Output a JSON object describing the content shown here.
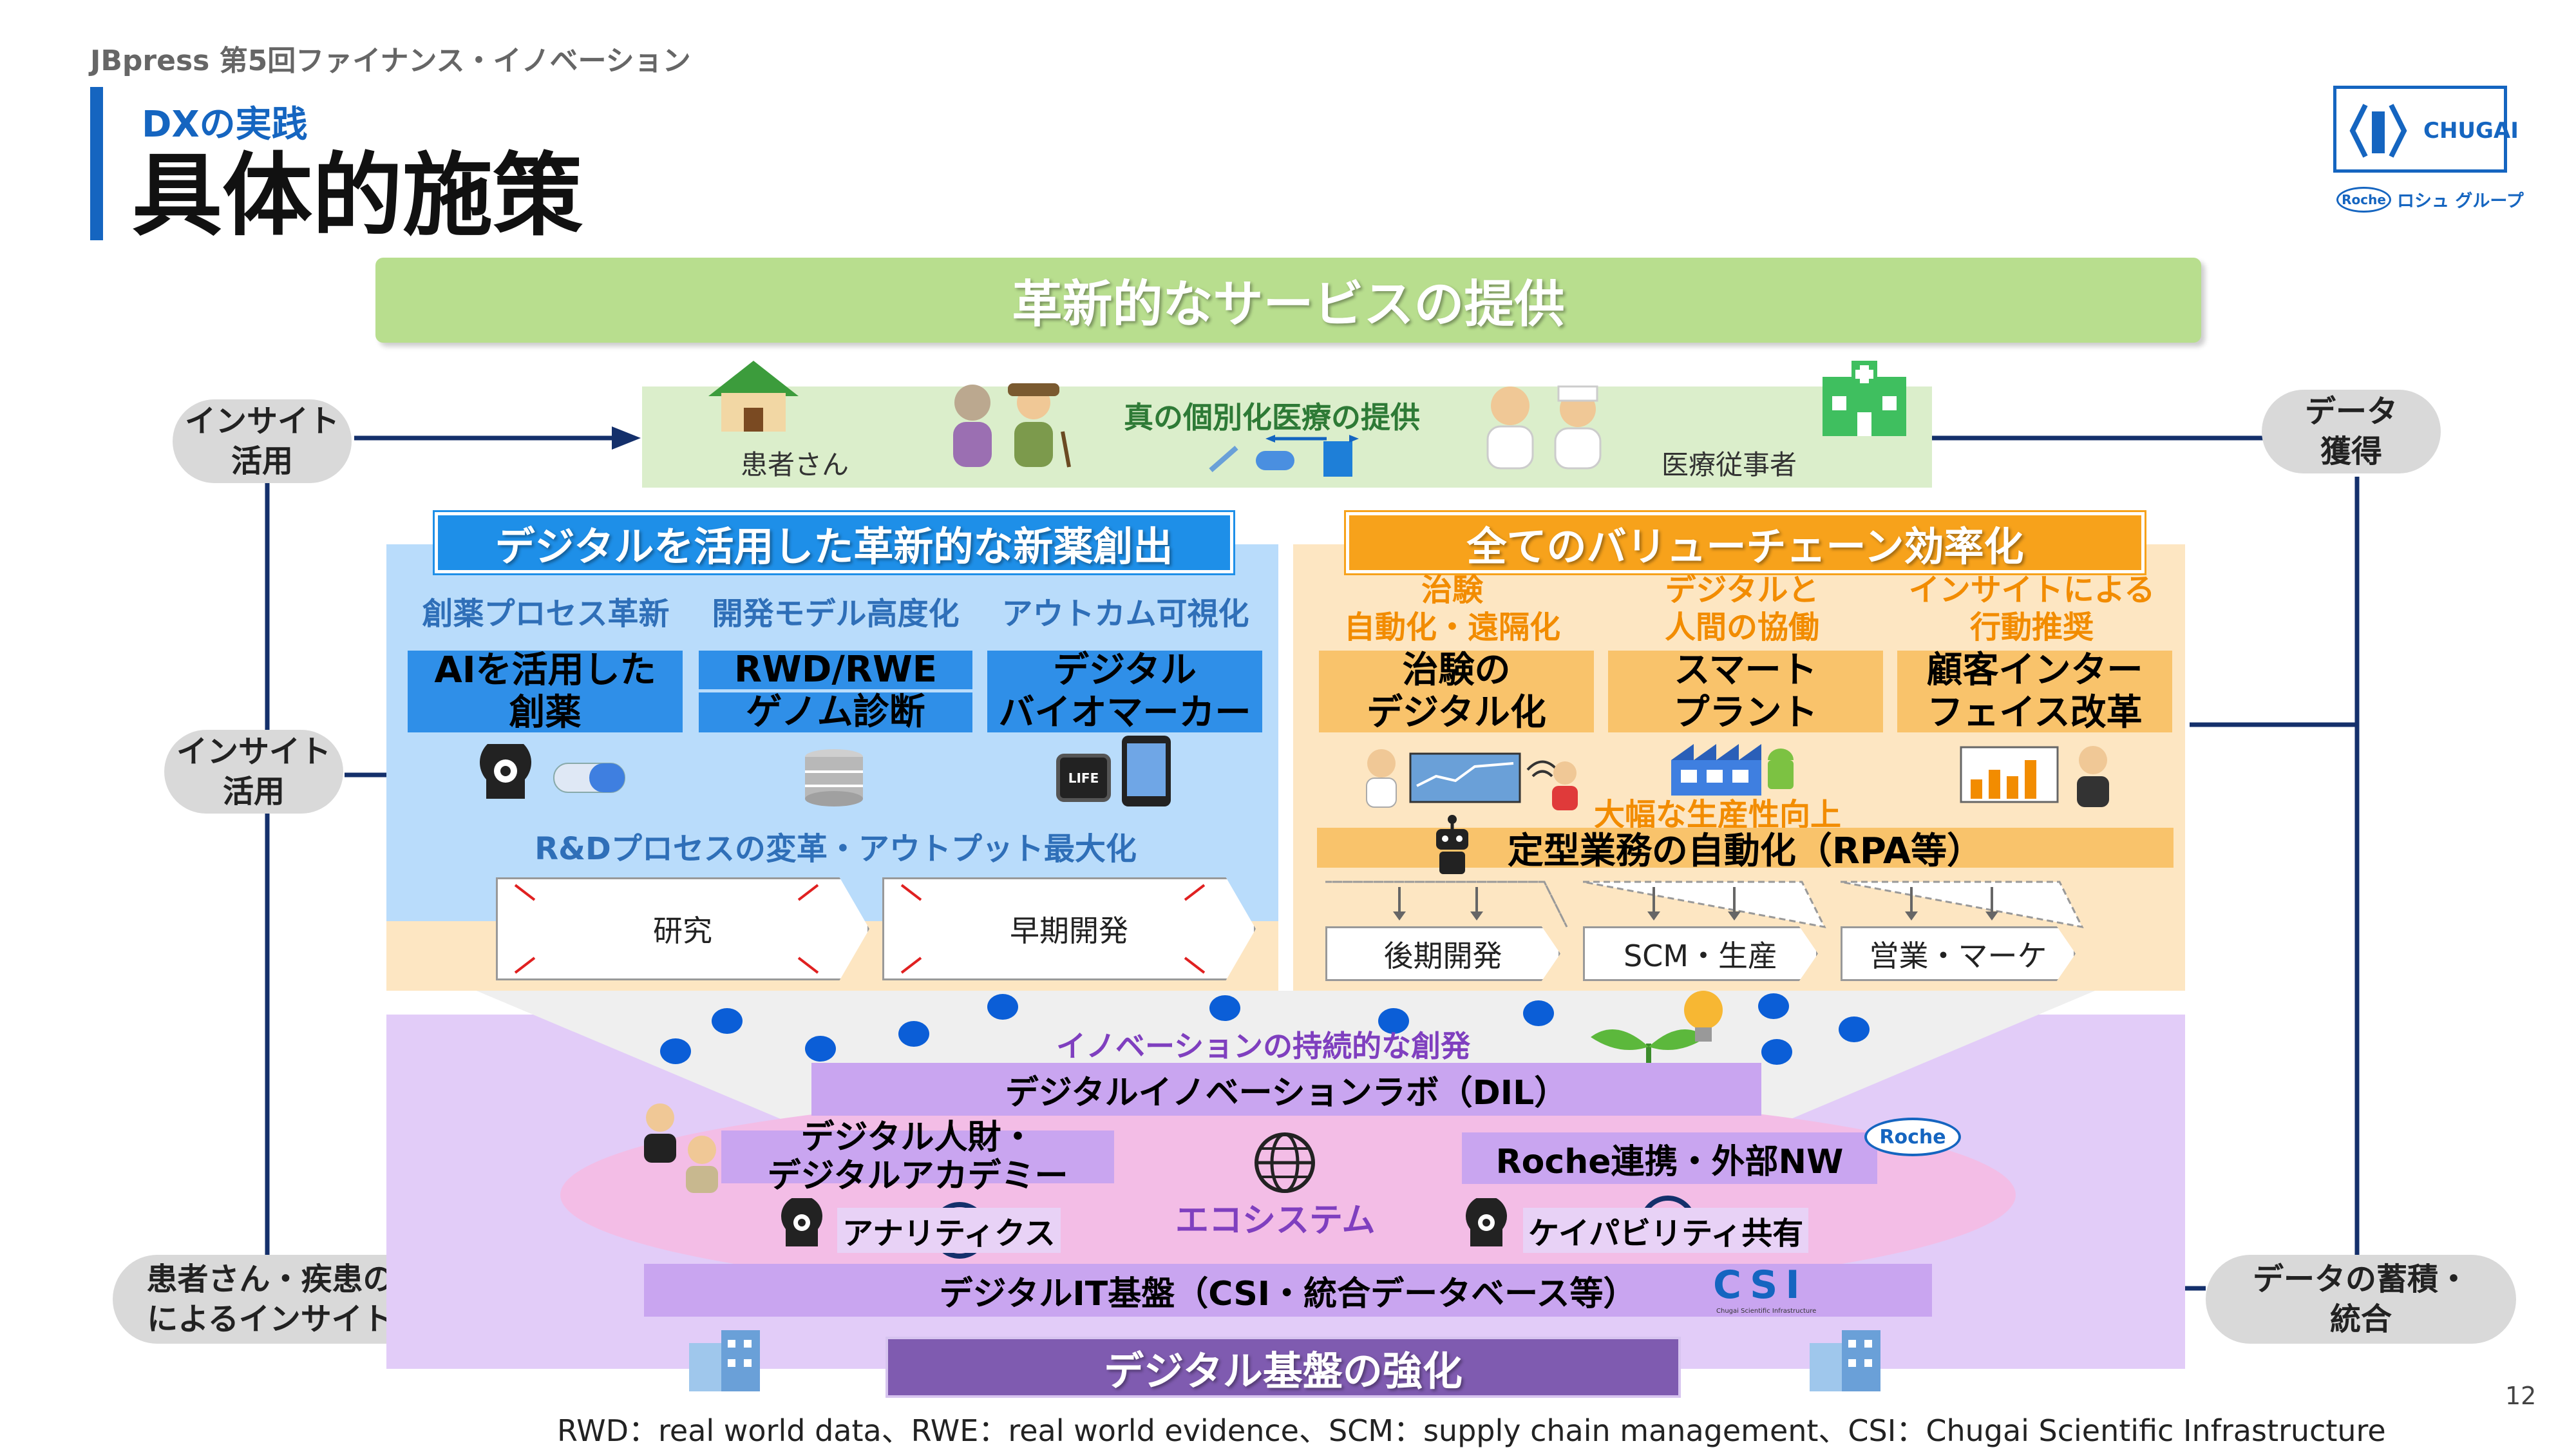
{
  "header": {
    "event": "JBpress  第5回ファイナンス・イノベーション",
    "section": "DXの実践",
    "title": "具体的施策"
  },
  "logo": {
    "brand": "CHUGAI",
    "group_label": "Roche",
    "group_text": "ロシュ グループ"
  },
  "top_banner": "革新的なサービスの提供",
  "service_row": {
    "patient_label": "患者さん",
    "center_label": "真の個別化医療の提供",
    "staff_label": "医療従事者"
  },
  "side": {
    "left_top": "インサイト\n活用",
    "left_mid": "インサイト\n活用",
    "right_top": "データ\n獲得",
    "bottom_left": "患者さん・疾患の理解\nによるインサイト創出",
    "bottom_right": "データの蓄積・\n統合"
  },
  "rnd": {
    "header": "デジタルを活用した革新的な新薬創出",
    "columns": [
      {
        "sub": "創薬プロセス革新",
        "box": "AIを活用した\n創薬"
      },
      {
        "sub": "開発モデル高度化",
        "box": "RWD/RWE",
        "box2": "ゲノム診断"
      },
      {
        "sub": "アウトカム可視化",
        "box": "デジタル\nバイオマーカー"
      }
    ],
    "life_badge": "LIFE",
    "summary": "R&Dプロセスの変革・アウトプット最大化",
    "flow": [
      "研究",
      "早期開発"
    ]
  },
  "value_chain": {
    "header": "全てのバリューチェーン効率化",
    "columns": [
      {
        "sub": "治験\n自動化・遠隔化",
        "box": "治験の\nデジタル化"
      },
      {
        "sub": "デジタルと\n人間の協働",
        "box": "スマート\nプラント"
      },
      {
        "sub": "インサイトによる\n行動推奨",
        "box": "顧客インター\nフェイス改革"
      }
    ],
    "productivity": "大幅な生産性向上",
    "rpa": "定型業務の自動化（RPA等）",
    "flow": [
      "後期開発",
      "SCM・生産",
      "営業・マーケ"
    ]
  },
  "ecosystem": {
    "innovation_text": "イノベーションの持続的な創発",
    "dil": "デジタルイノベーションラボ（DIL）",
    "talent": "デジタル人財・\nデジタルアカデミー",
    "roche": "Roche連携・外部NW",
    "roche_badge": "Roche",
    "center": "エコシステム",
    "analytics": "アナリティクス",
    "capability": "ケイパビリティ共有",
    "it_base": "デジタルIT基盤（CSI・統合データベース等）",
    "csi_logo": "CSI",
    "csi_caption": "Chugai Scientific Infrastructure"
  },
  "bottom_banner": "デジタル基盤の強化",
  "footnote": "RWD：real world data、RWE：real world evidence、SCM：supply chain management、CSI：Chugai Scientific Infrastructure",
  "page_number": "12",
  "colors": {
    "navy": "#14306b",
    "blue_panel": "#b9dcfb",
    "blue_box": "#2f8fe8",
    "orange_panel": "#fde6c2",
    "orange_box": "#f9c36b",
    "orange_text": "#f28c00",
    "green_banner": "#b8de8e",
    "purple_panel": "#e2ccf8",
    "purple_chip": "#c9a5f0",
    "dark_purple": "#7f5bb0",
    "pink": "#f3bde6"
  }
}
